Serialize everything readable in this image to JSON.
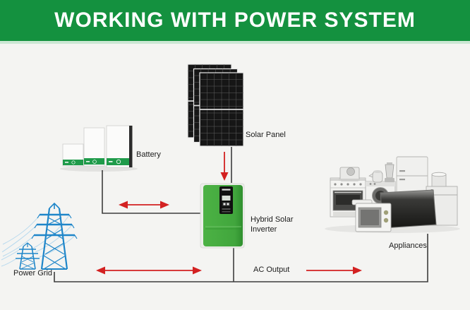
{
  "header": {
    "title": "WORKING WITH POWER SYSTEM"
  },
  "diagram": {
    "type": "flow-diagram",
    "labels": {
      "solar_panel": "Solar Panel",
      "battery": "Battery",
      "inverter": "Hybrid Solar Inverter",
      "appliances": "Appliances",
      "ac_output": "AC Output",
      "power_grid": "Power Grid"
    },
    "components": [
      {
        "name": "solar-panel",
        "depiction": "three overlapping dark photovoltaic panels"
      },
      {
        "name": "battery",
        "depiction": "three white battery cabinets with green brand bands"
      },
      {
        "name": "hybrid-solar-inverter",
        "depiction": "green wall inverter with black display strip"
      },
      {
        "name": "appliances",
        "depiction": "grayscale cluster: stove, coffee maker, washing machine, kettle, blender, fridge, TV, microwave, dishwasher"
      },
      {
        "name": "power-grid",
        "depiction": "two blue lattice transmission towers with wires"
      }
    ],
    "connections": [
      {
        "from": "solar-panel",
        "to": "hybrid-solar-inverter",
        "arrow": "down",
        "color": "red"
      },
      {
        "from": "battery",
        "to": "hybrid-solar-inverter",
        "arrow": "double",
        "color": "red"
      },
      {
        "from": "power-grid",
        "to": "hybrid-solar-inverter",
        "arrow": "double",
        "color": "red"
      },
      {
        "from": "hybrid-solar-inverter",
        "to": "appliances",
        "via": "AC Output",
        "arrow": "right",
        "color": "red"
      }
    ]
  },
  "colors": {
    "header_green": "#14913F",
    "header_underline": "#CBE7D4",
    "background": "#F4F4F2",
    "connector": "#3D3D3D",
    "arrow_red": "#D32121",
    "tower_blue": "#1F86C9",
    "wire_blue": "#B7D9EE",
    "inverter_green": "#41A63D",
    "battery_band_green": "#1F9B4A",
    "panel_dark": "#161616",
    "text": "#1C1C1C"
  }
}
